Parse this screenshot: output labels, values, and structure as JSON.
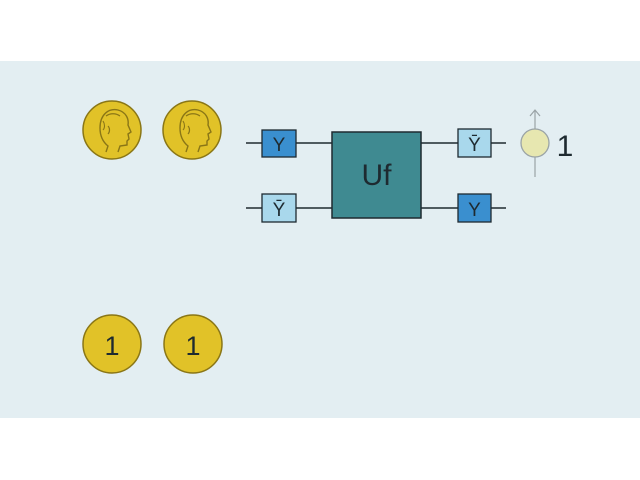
{
  "colors": {
    "panel": "#e3eef2",
    "coin_fill": "#e1c228",
    "coin_stroke": "#8a7616",
    "gate_dark": "#3a8fcf",
    "gate_light": "#a9d8ec",
    "uf_fill": "#3f8a91",
    "wire": "#1e2a30",
    "qubit_fill": "#e7e7b0",
    "qubit_stroke": "#9aa3a6"
  },
  "icons": {
    "coin_top_left": "head-profile-icon",
    "coin_top_right": "head-profile-icon",
    "qubit": "qubit-state-icon"
  },
  "circuit": {
    "uf_label": "Uf",
    "gate_top_in": "Y",
    "gate_bottom_in": "Ȳ",
    "gate_top_out": "Ȳ",
    "gate_bottom_out": "Y"
  },
  "qubit": {
    "value": "1"
  },
  "coins": {
    "bottom_left": "1",
    "bottom_right": "1"
  }
}
